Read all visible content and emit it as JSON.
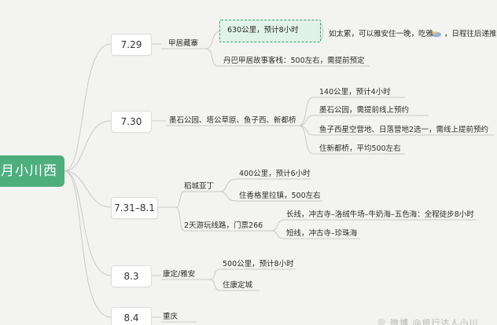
{
  "root": {
    "label": "月小川西"
  },
  "days": [
    {
      "date": "7.29",
      "topic": "甲居藏寨",
      "details": [
        "630公里，预计8小时",
        "丹巴甲居故事客栈：500左右，需提前预定"
      ],
      "note": "如太累，可以雅安住一晚，吃雅",
      "note_tail": "，日程往后递推"
    },
    {
      "date": "7.30",
      "topic": "墨石公园、塔公草原、鱼子西、新都桥",
      "details": [
        "140公里，预计4小时",
        "墨石公园，需提前线上预约",
        "鱼子西星空营地、日落营地2选一，需线上提前预约",
        "住新都桥，平均500左右"
      ]
    },
    {
      "date": "7.31–8.1",
      "branches": [
        {
          "topic": "稻城亚丁",
          "details": [
            "400公里，预计6小时",
            "住香格里拉镇，500左右"
          ]
        },
        {
          "topic": "2天游玩线路，门票266",
          "details": [
            "长线，冲古寺–洛绒牛场–牛奶海–五色海：全程徒步8小时",
            "短线，冲古寺–珍珠海"
          ]
        }
      ]
    },
    {
      "date": "8.3",
      "topic": "康定/雅安",
      "details": [
        "500公里，预计8小时",
        "住康定城"
      ]
    },
    {
      "date": "8.4",
      "topic": "重庆",
      "details": []
    }
  ],
  "watermark": "微博 @旅行达人小川"
}
